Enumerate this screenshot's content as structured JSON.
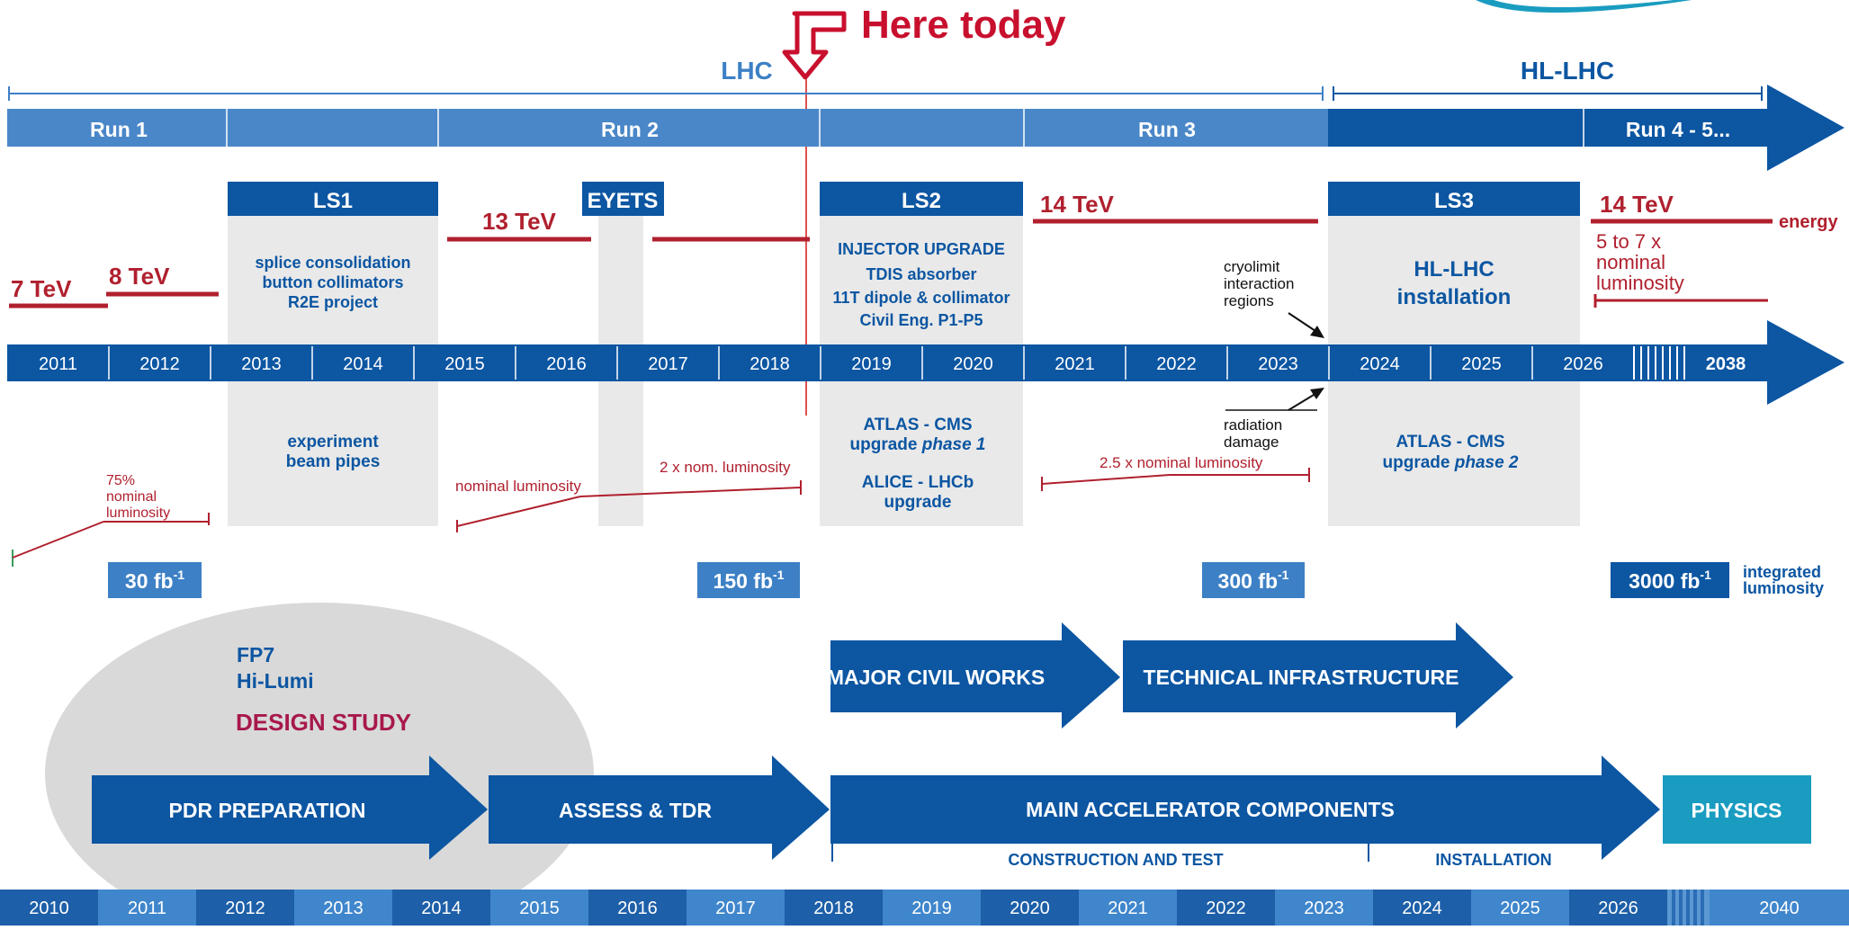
{
  "here_today": "Here today",
  "lhc_label": "LHC",
  "hllhc_label": "HL-LHC",
  "runs": [
    "Run 1",
    "Run 2",
    "Run 3",
    "Run 4 - 5..."
  ],
  "shutdowns": {
    "ls1": "LS1",
    "eyets": "EYETS",
    "ls2": "LS2",
    "ls3": "LS3"
  },
  "energies": {
    "e7": "7 TeV",
    "e8": "8 TeV",
    "e13": "13 TeV",
    "e14a": "14 TeV",
    "e14b": "14 TeV",
    "energy_label": "energy"
  },
  "ls1_top": [
    "splice consolidation",
    "button collimators",
    "R2E project"
  ],
  "ls1_bottom": [
    "experiment",
    "beam pipes"
  ],
  "ls2_top": [
    "INJECTOR UPGRADE",
    "TDIS absorber",
    "11T dipole & collimator",
    "Civil Eng. P1-P5"
  ],
  "ls2_bottom": {
    "line1": "ATLAS - CMS",
    "line2_prefix": "upgrade ",
    "line2_em": "phase 1",
    "line3": "ALICE - LHCb",
    "line4": "upgrade"
  },
  "ls3_top": [
    "HL-LHC",
    "installation"
  ],
  "ls3_bottom": {
    "line1": "ATLAS - CMS",
    "line2_prefix": "upgrade ",
    "line2_em": "phase 2"
  },
  "cryolimit": [
    "cryolimit",
    "interaction",
    "regions"
  ],
  "radiation": [
    "radiation",
    "damage"
  ],
  "hl_lumi": [
    "5 to 7 x",
    "nominal",
    "luminosity"
  ],
  "lumi_notes": {
    "l75": [
      "75%",
      "nominal",
      "luminosity"
    ],
    "nominal": "nominal luminosity",
    "two_x": "2 x nom. luminosity",
    "two5_x": "2.5 x nominal luminosity"
  },
  "top_years": [
    "2011",
    "2012",
    "2013",
    "2014",
    "2015",
    "2016",
    "2017",
    "2018",
    "2019",
    "2020",
    "2021",
    "2022",
    "2023",
    "2024",
    "2025",
    "2026",
    "2038"
  ],
  "integrated": [
    {
      "value": "30 fb",
      "sup": "-1"
    },
    {
      "value": "150 fb",
      "sup": "-1"
    },
    {
      "value": "300 fb",
      "sup": "-1"
    },
    {
      "value": "3000 fb",
      "sup": "-1"
    }
  ],
  "integrated_label": [
    "integrated",
    "luminosity"
  ],
  "design_study": [
    "FP7",
    "Hi-Lumi",
    "DESIGN STUDY"
  ],
  "phases": {
    "pdr": "PDR PREPARATION",
    "assess": "ASSESS & TDR",
    "main": "MAIN ACCELERATOR COMPONENTS",
    "physics": "PHYSICS",
    "civil": "MAJOR CIVIL WORKS",
    "tech": "TECHNICAL INFRASTRUCTURE",
    "construction": "CONSTRUCTION AND TEST",
    "installation": "INSTALLATION"
  },
  "bottom_years": [
    "2010",
    "2011",
    "2012",
    "2013",
    "2014",
    "2015",
    "2016",
    "2017",
    "2018",
    "2019",
    "2020",
    "2021",
    "2022",
    "2023",
    "2024",
    "2025",
    "2026",
    "2040"
  ],
  "colors": {
    "dark_blue": "#0c56a2",
    "mid_blue": "#3d80c5",
    "red": "#b0202e",
    "grey": "#e9e9e9",
    "teal": "#1a9cc0",
    "magenta": "#a8184c"
  }
}
